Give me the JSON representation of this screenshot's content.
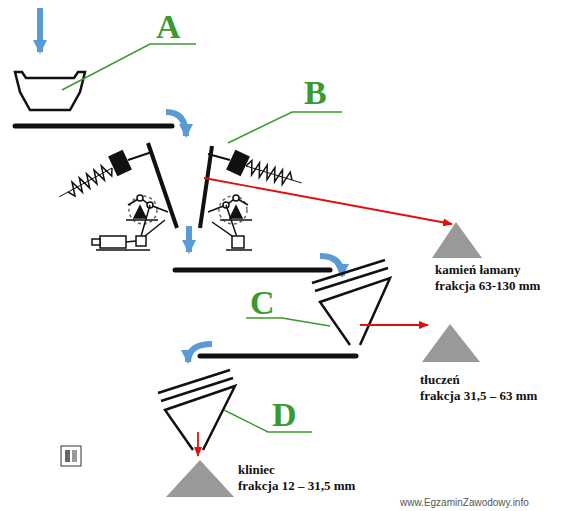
{
  "diagram": {
    "labels": [
      "A",
      "B",
      "C",
      "D",
      "kamień łamany frakcja 63-130 mm",
      "tłuczeń frakcja 31,5 – 63 mm",
      "kliniec frakcja 12 – 31,5 mm",
      "www.EgzaminZawodowy.info"
    ]
  }
}
